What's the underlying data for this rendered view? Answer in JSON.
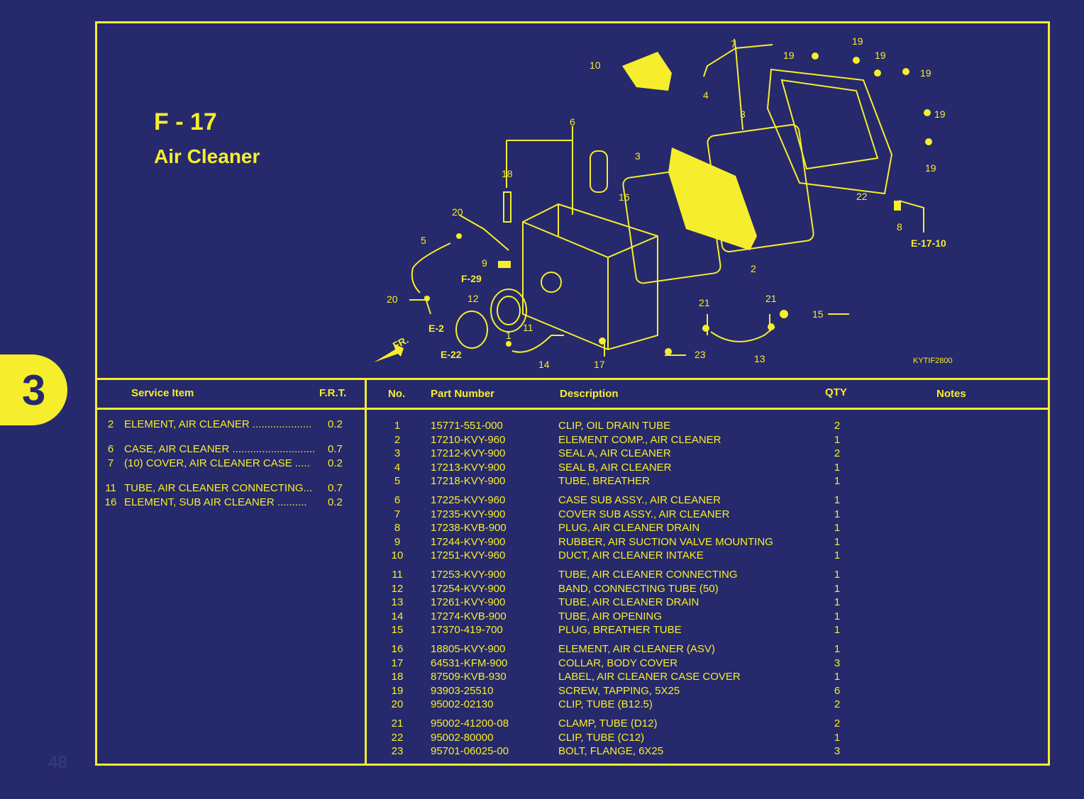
{
  "header": {
    "code": "F - 17",
    "title": "Air Cleaner"
  },
  "section_tab": "3",
  "page_number": "48",
  "diagram": {
    "code": "KYTIF2800",
    "ref_labels": [
      "E-17-10",
      "F-29",
      "E-2",
      "E-22"
    ],
    "fr_label": "FR.",
    "callouts": [
      "1",
      "2",
      "3",
      "3",
      "4",
      "5",
      "6",
      "7",
      "8",
      "9",
      "10",
      "11",
      "12",
      "13",
      "14",
      "15",
      "16",
      "17",
      "18",
      "19",
      "19",
      "19",
      "19",
      "19",
      "19",
      "20",
      "20",
      "21",
      "21",
      "22",
      "23"
    ]
  },
  "service": {
    "headers": {
      "item": "Service Item",
      "frt": "F.R.T."
    },
    "rows": [
      {
        "no": "2",
        "item": "ELEMENT, AIR CLEANER ....................",
        "frt": "0.2"
      },
      {
        "no": "6",
        "item": "CASE, AIR CLEANER ............................",
        "frt": "0.7"
      },
      {
        "no": "7",
        "item": "(10) COVER, AIR CLEANER CASE .....",
        "frt": "0.2"
      },
      {
        "no": "11",
        "item": "TUBE, AIR CLEANER CONNECTING...",
        "frt": "0.7"
      },
      {
        "no": "16",
        "item": "ELEMENT, SUB AIR CLEANER ..........",
        "frt": "0.2"
      }
    ]
  },
  "parts": {
    "headers": {
      "no": "No.",
      "part_number": "Part Number",
      "description": "Description",
      "qty": "QTY",
      "notes": "Notes"
    },
    "rows": [
      {
        "no": "1",
        "pn": "15771-551-000",
        "desc": "CLIP, OIL DRAIN TUBE",
        "qty": "2"
      },
      {
        "no": "2",
        "pn": "17210-KVY-960",
        "desc": "ELEMENT COMP., AIR CLEANER",
        "qty": "1"
      },
      {
        "no": "3",
        "pn": "17212-KVY-900",
        "desc": "SEAL A, AIR CLEANER",
        "qty": "2"
      },
      {
        "no": "4",
        "pn": "17213-KVY-900",
        "desc": "SEAL B, AIR CLEANER",
        "qty": "1"
      },
      {
        "no": "5",
        "pn": "17218-KVY-900",
        "desc": "TUBE, BREATHER",
        "qty": "1"
      },
      {
        "no": "6",
        "pn": "17225-KVY-960",
        "desc": "CASE SUB ASSY., AIR CLEANER",
        "qty": "1"
      },
      {
        "no": "7",
        "pn": "17235-KVY-900",
        "desc": "COVER SUB ASSY., AIR CLEANER",
        "qty": "1"
      },
      {
        "no": "8",
        "pn": "17238-KVB-900",
        "desc": "PLUG, AIR CLEANER DRAIN",
        "qty": "1"
      },
      {
        "no": "9",
        "pn": "17244-KVY-900",
        "desc": "RUBBER, AIR SUCTION VALVE MOUNTING",
        "qty": "1"
      },
      {
        "no": "10",
        "pn": "17251-KVY-960",
        "desc": "DUCT, AIR CLEANER INTAKE",
        "qty": "1"
      },
      {
        "no": "11",
        "pn": "17253-KVY-900",
        "desc": "TUBE, AIR CLEANER CONNECTING",
        "qty": "1"
      },
      {
        "no": "12",
        "pn": "17254-KVY-900",
        "desc": "BAND, CONNECTING TUBE (50)",
        "qty": "1"
      },
      {
        "no": "13",
        "pn": "17261-KVY-900",
        "desc": "TUBE, AIR CLEANER DRAIN",
        "qty": "1"
      },
      {
        "no": "14",
        "pn": "17274-KVB-900",
        "desc": "TUBE, AIR OPENING",
        "qty": "1"
      },
      {
        "no": "15",
        "pn": "17370-419-700",
        "desc": "PLUG, BREATHER TUBE",
        "qty": "1"
      },
      {
        "no": "16",
        "pn": "18805-KVY-900",
        "desc": "ELEMENT, AIR CLEANER (ASV)",
        "qty": "1"
      },
      {
        "no": "17",
        "pn": "64531-KFM-900",
        "desc": "COLLAR, BODY COVER",
        "qty": "3"
      },
      {
        "no": "18",
        "pn": "87509-KVB-930",
        "desc": "LABEL, AIR CLEANER CASE COVER",
        "qty": "1"
      },
      {
        "no": "19",
        "pn": "93903-25510",
        "desc": "SCREW, TAPPING, 5X25",
        "qty": "6"
      },
      {
        "no": "20",
        "pn": "95002-02130",
        "desc": "CLIP, TUBE (B12.5)",
        "qty": "2"
      },
      {
        "no": "21",
        "pn": "95002-41200-08",
        "desc": "CLAMP, TUBE (D12)",
        "qty": "2"
      },
      {
        "no": "22",
        "pn": "95002-80000",
        "desc": "CLIP, TUBE (C12)",
        "qty": "1"
      },
      {
        "no": "23",
        "pn": "95701-06025-00",
        "desc": "BOLT, FLANGE, 6X25",
        "qty": "3"
      }
    ]
  },
  "colors": {
    "background": "#26296b",
    "accent": "#f6ee2c"
  }
}
